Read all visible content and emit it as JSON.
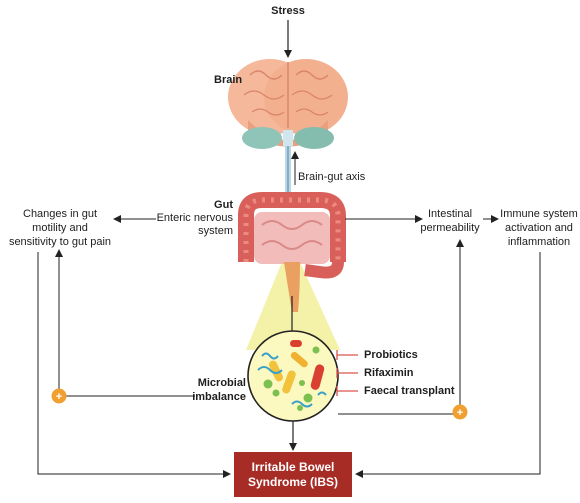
{
  "labels": {
    "stress": "Stress",
    "brain": "Brain",
    "brain_gut_axis": "Brain-gut axis",
    "gut": "Gut",
    "enteric_line1": "Enteric nervous",
    "enteric_line2": "system",
    "motility_line1": "Changes in gut",
    "motility_line2": "motility and",
    "motility_line3": "sensitivity to gut pain",
    "permeability_line1": "Intestinal",
    "permeability_line2": "permeability",
    "immune_line1": "Immune system",
    "immune_line2": "activation and",
    "immune_line3": "inflammation",
    "microbial_line1": "Microbial",
    "microbial_line2": "imbalance",
    "ibs_line1": "Irritable Bowel",
    "ibs_line2": "Syndrome (IBS)"
  },
  "treatments": [
    "Probiotics",
    "Rifaximin",
    "Faecal transplant"
  ],
  "plus_sign": "+",
  "colors": {
    "ibs_box": "#a82c26",
    "plus_badge": "#f0a030",
    "inhibitor": "#d9534f",
    "arrow": "#222222",
    "brain": "#f5b89a",
    "cerebellum": "#8fc4b8",
    "colon": "#d9605a",
    "spotlight": "#f5f0a0"
  }
}
